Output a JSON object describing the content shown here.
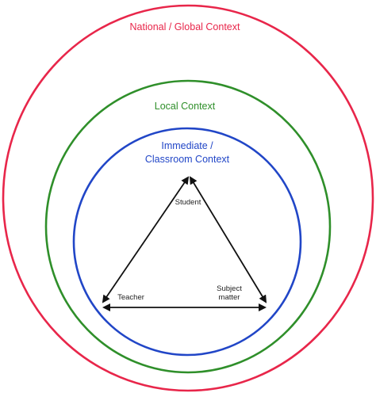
{
  "contexts": {
    "national": {
      "label": "National / Global Context",
      "color": "#e8264a"
    },
    "local": {
      "label": "Local Context",
      "color": "#2f8f2a"
    },
    "immediate": {
      "label_line1": "Immediate /",
      "label_line2": "Classroom Context",
      "color": "#2146c7"
    }
  },
  "nodes": {
    "student": "Student",
    "teacher": "Teacher",
    "subject_line1": "Subject",
    "subject_line2": "matter"
  },
  "arrow_color": "#111111"
}
